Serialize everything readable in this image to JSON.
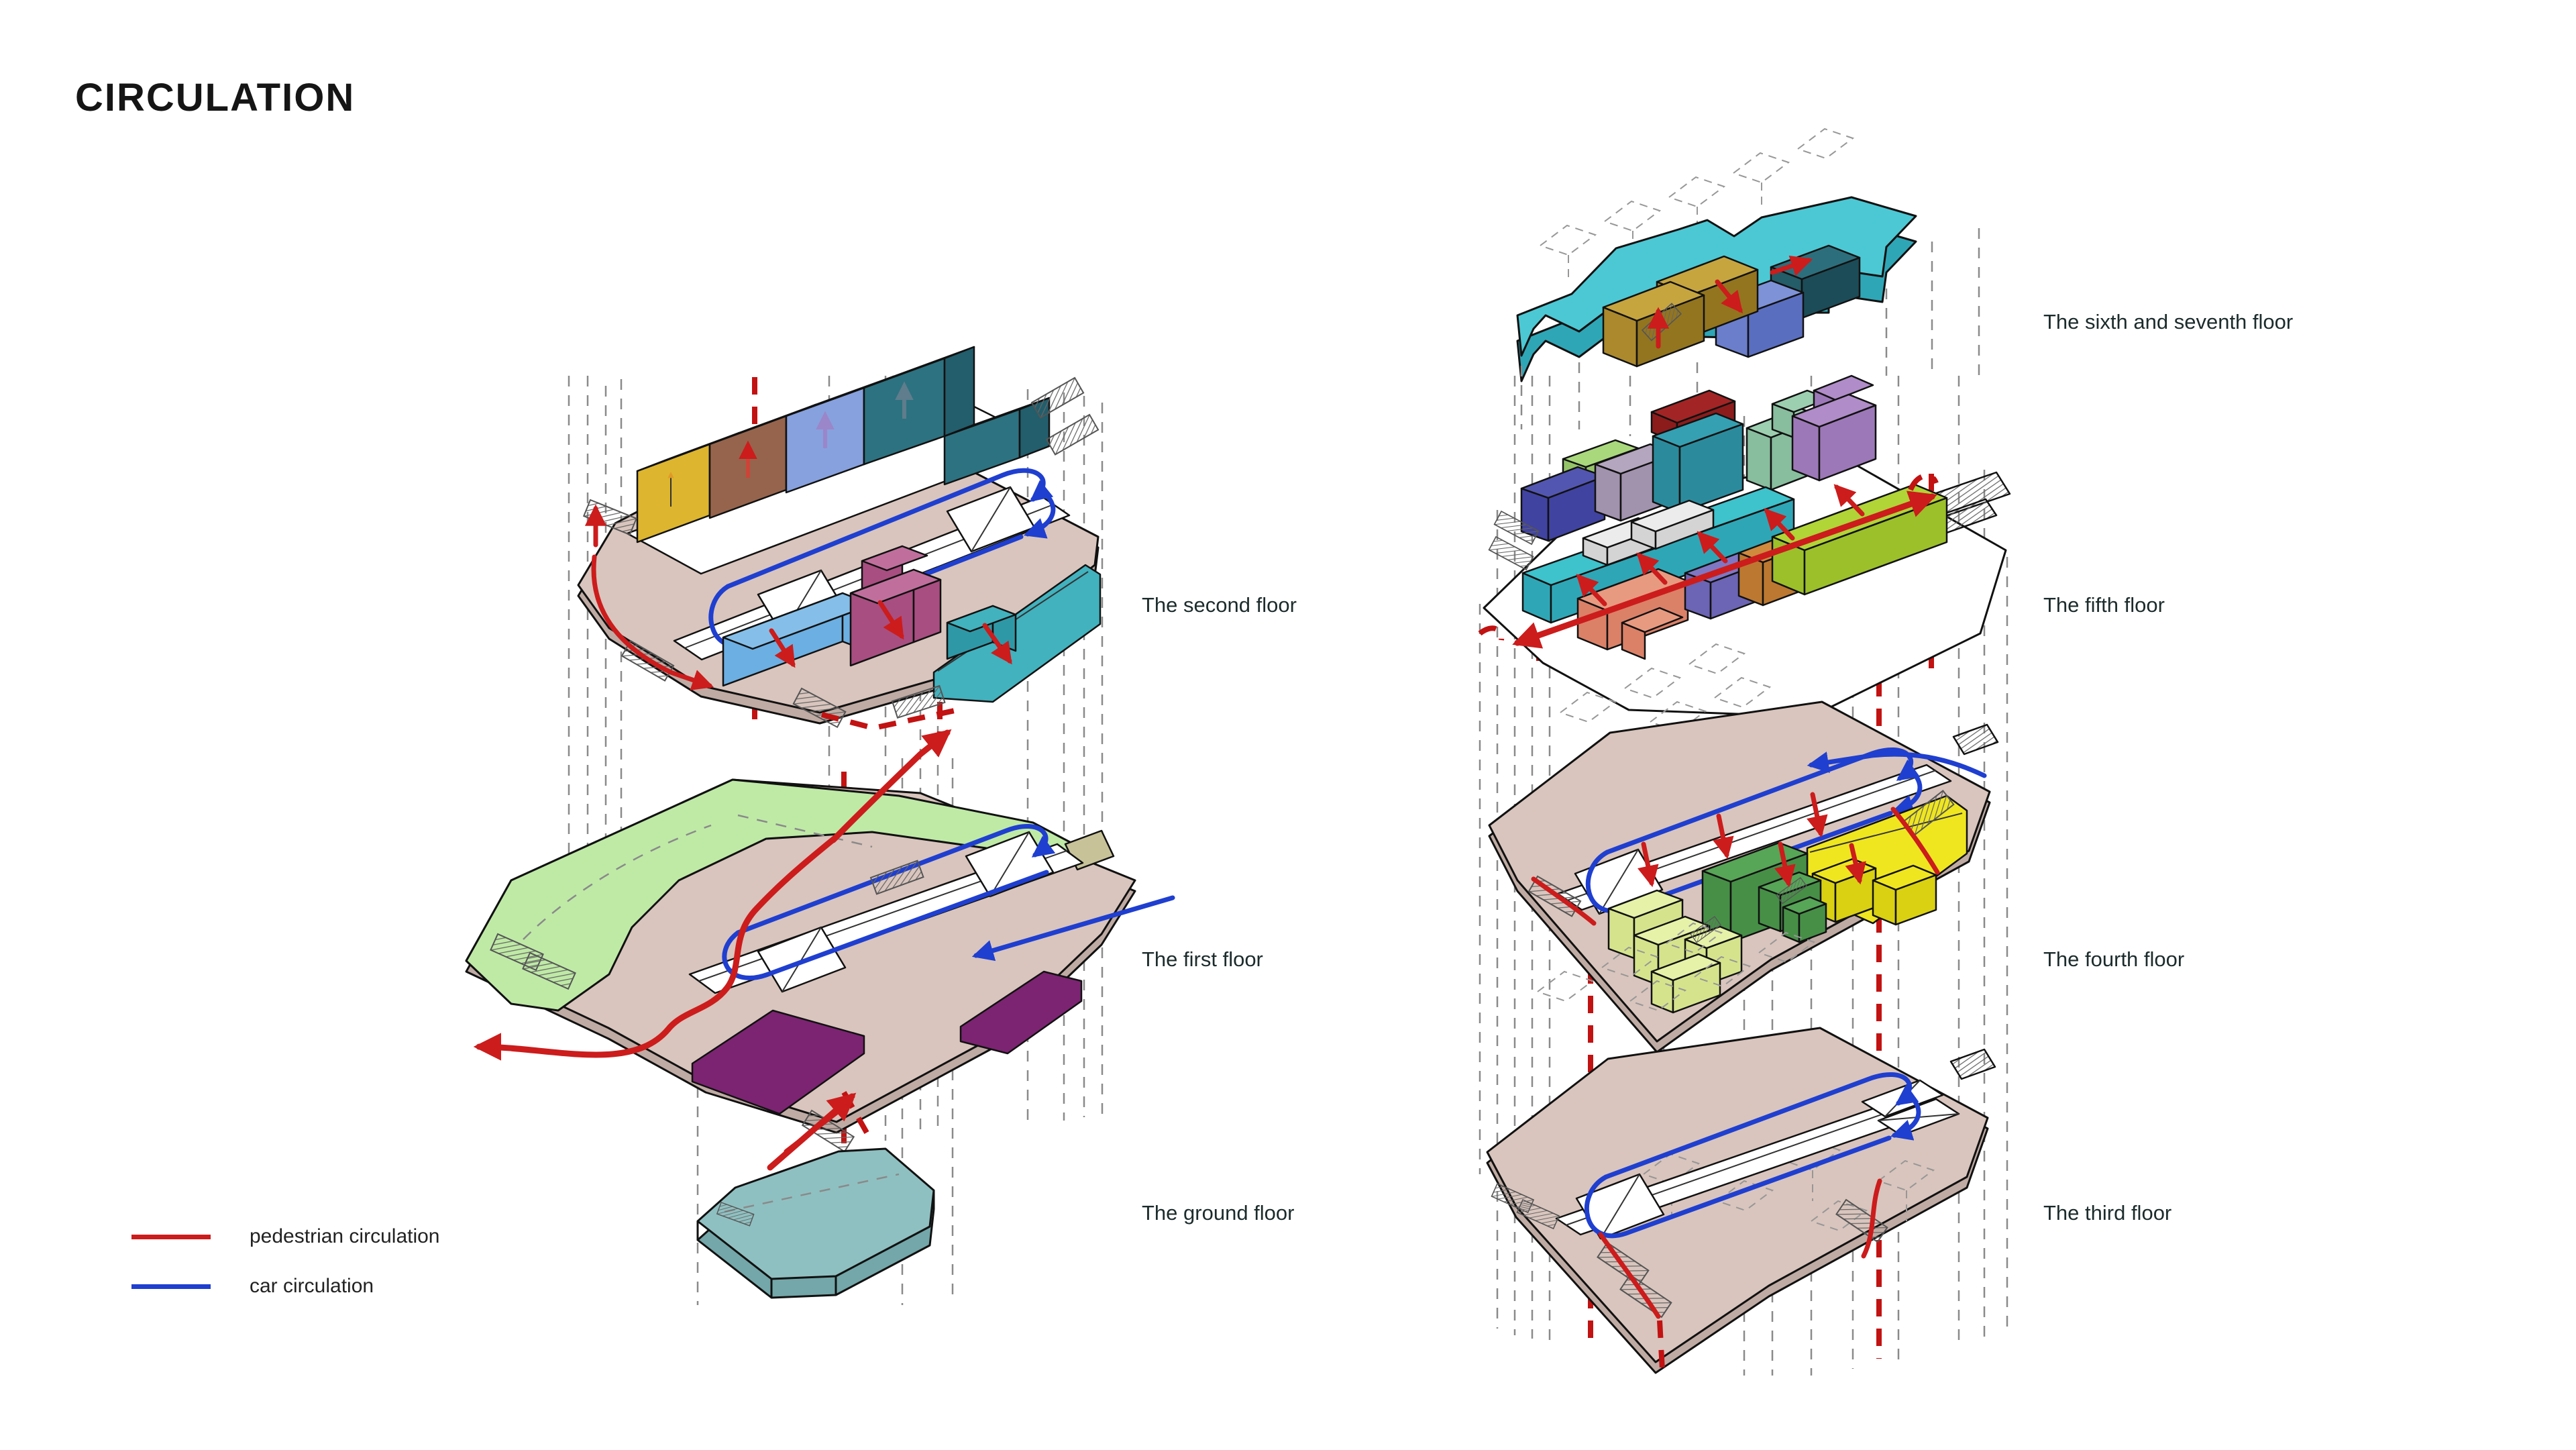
{
  "title": "CIRCULATION",
  "floors": {
    "left": [
      {
        "id": "second-floor",
        "label": "The second floor"
      },
      {
        "id": "first-floor",
        "label": "The first floor"
      },
      {
        "id": "ground-floor",
        "label": "The ground floor"
      }
    ],
    "right": [
      {
        "id": "sixth-seventh-floor",
        "label": "The sixth and seventh floor"
      },
      {
        "id": "fifth-floor",
        "label": "The fifth floor"
      },
      {
        "id": "fourth-floor",
        "label": "The fourth floor"
      },
      {
        "id": "third-floor",
        "label": "The third floor"
      }
    ]
  },
  "legend": {
    "items": [
      {
        "id": "pedestrian-circulation",
        "label": "pedestrian circulation",
        "color": "#cc1c1c"
      },
      {
        "id": "car-circulation",
        "label": "car circulation",
        "color": "#1f3fd0"
      }
    ]
  },
  "palette": {
    "pedestrian_red": "#cc1c1c",
    "car_blue": "#1f3fd0",
    "floor_plate": "#d9c5bd",
    "landscape_green": "#bfeaa6",
    "ground_slab": "#8fc0c1",
    "roof_cyan": "#4cc8d4",
    "guide_gray": "#8a8a8a"
  }
}
